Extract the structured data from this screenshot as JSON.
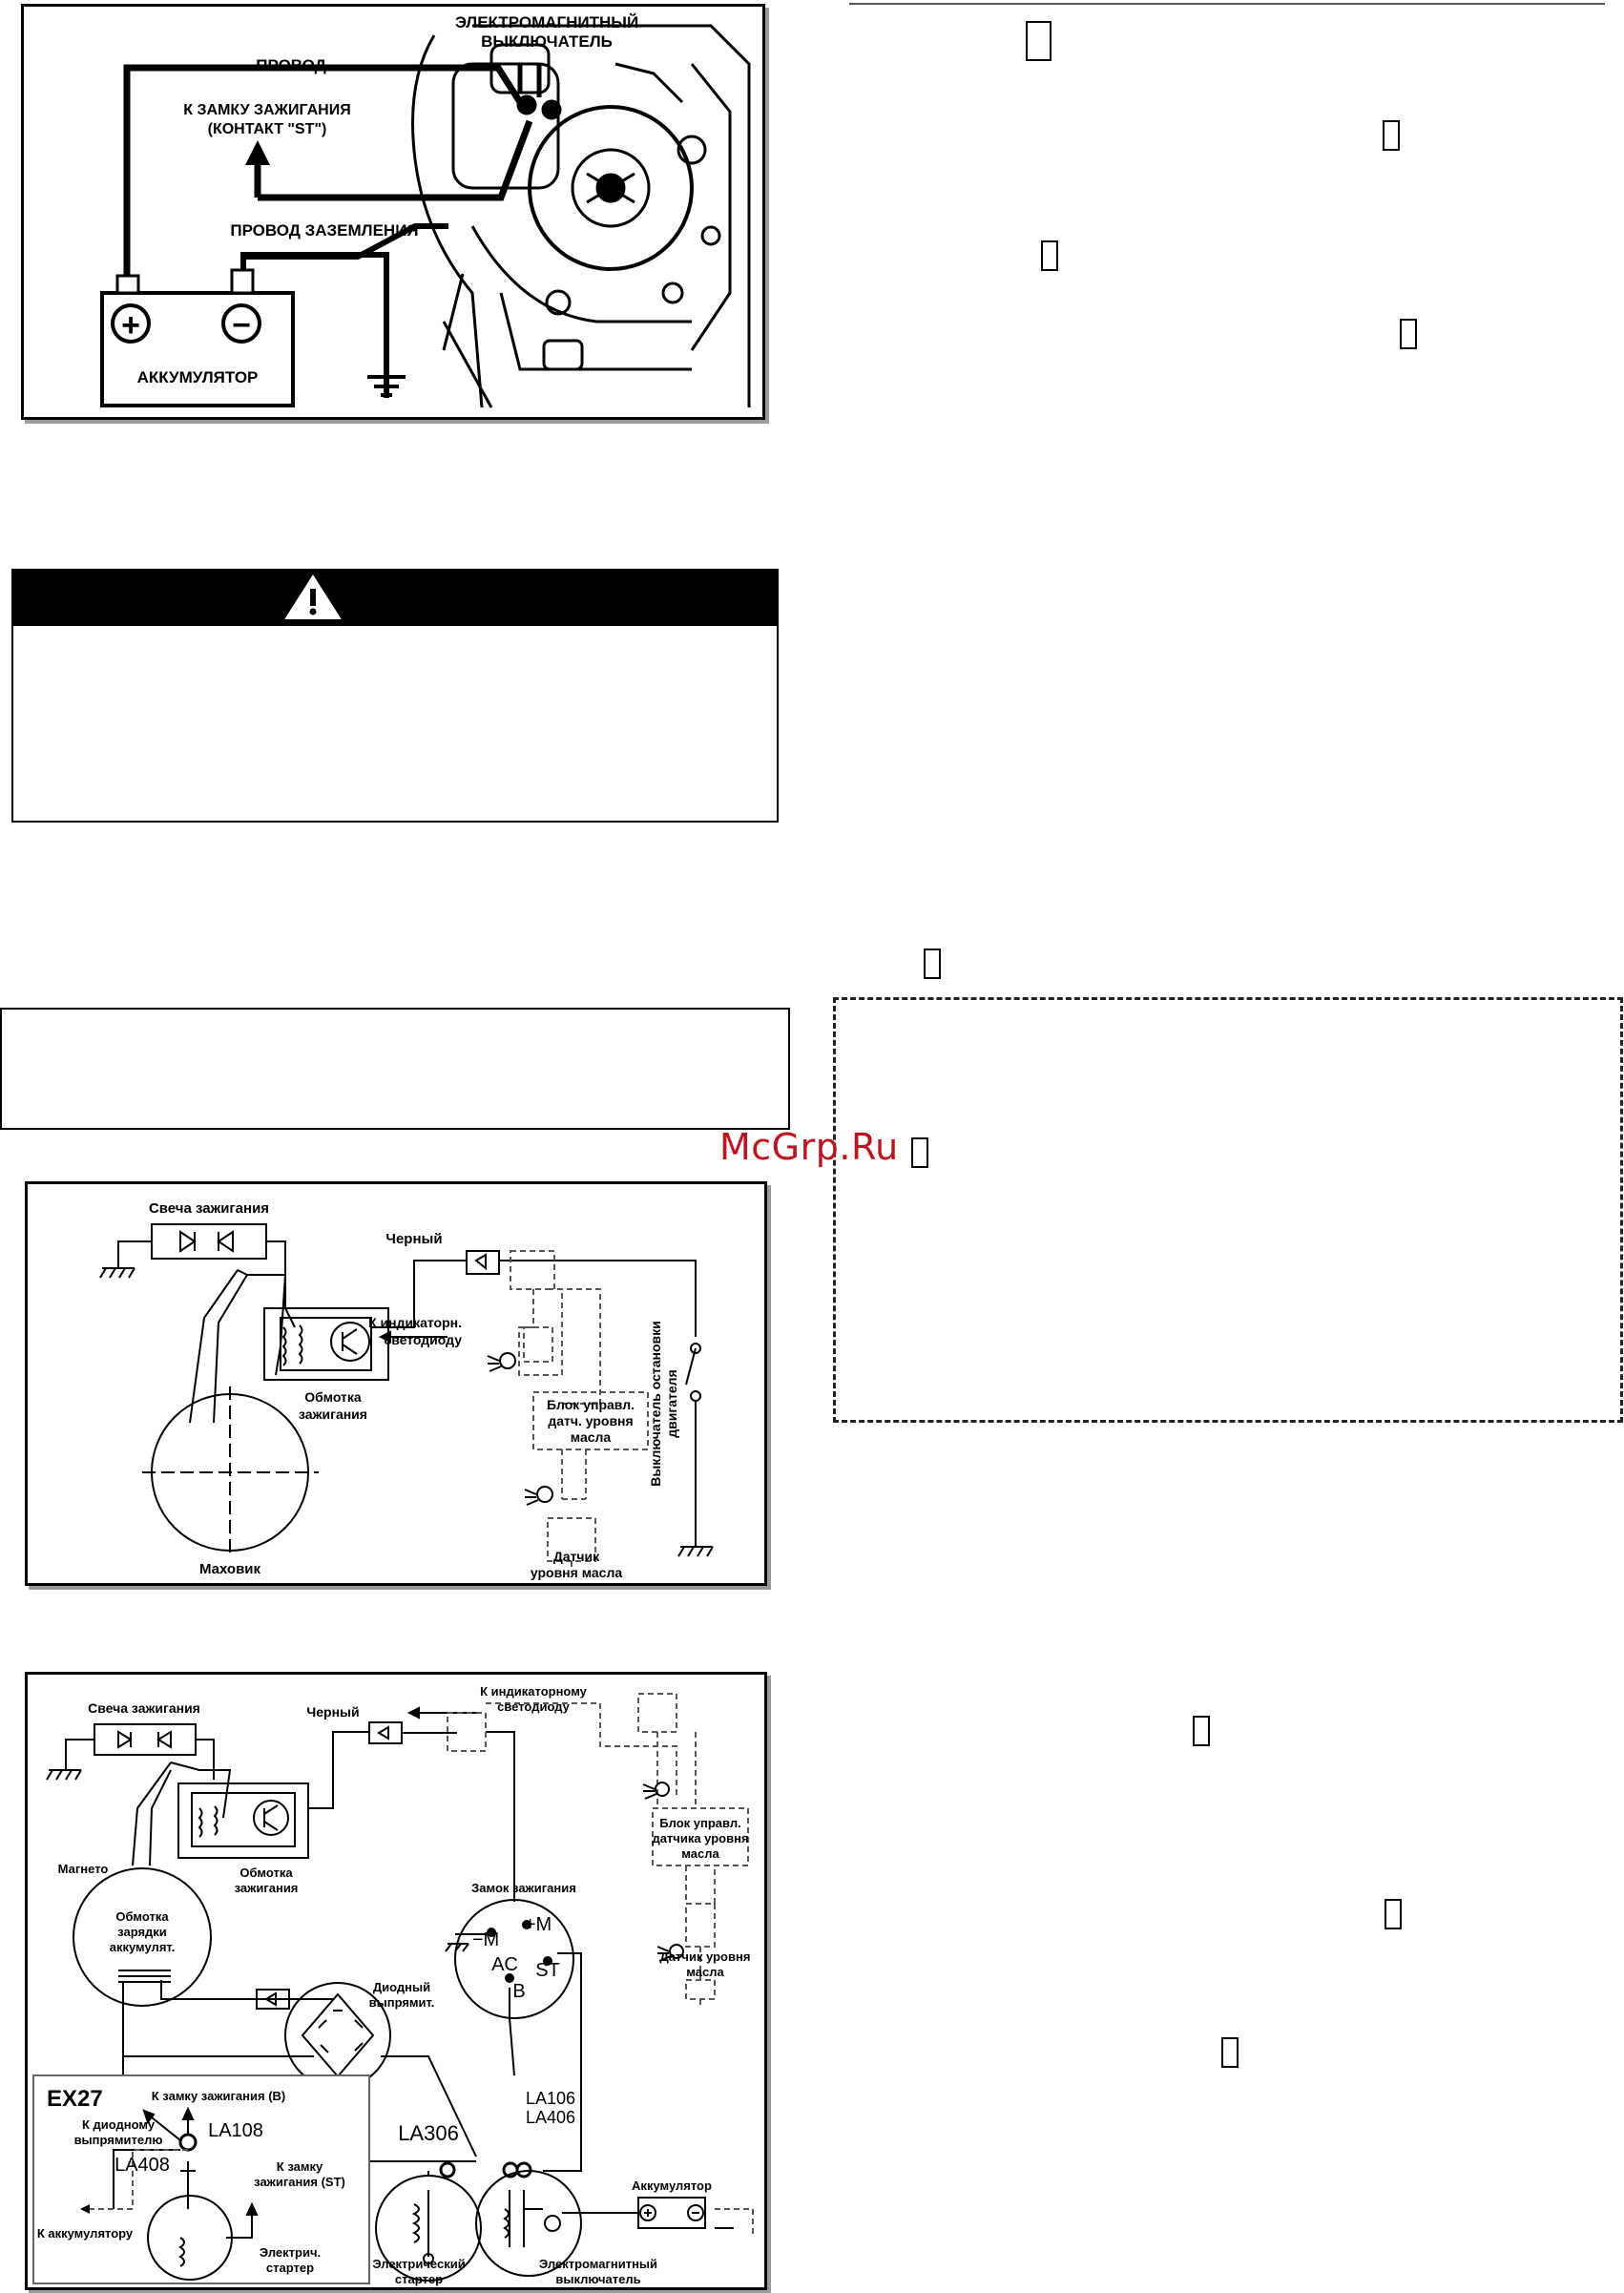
{
  "figure1": {
    "solenoid_label_line1": "ЭЛЕКТРОМАГНИТНЫЙ",
    "solenoid_label_line2": "ВЫКЛЮЧАТЕЛЬ",
    "wire_label": "ПРОВОД",
    "ignition_label_line1": "К ЗАМКУ ЗАЖИГАНИЯ",
    "ignition_label_line2": "(КОНТАКТ \"ST\")",
    "ground_wire_label": "ПРОВОД ЗАЗЕМЛЕНИЯ",
    "battery_label": "АККУМУЛЯТОР",
    "plus_symbol": "+",
    "minus_symbol": "−"
  },
  "figure2": {
    "spark_plug": "Свеча зажигания",
    "black_wire": "Черный",
    "indicator_line1": "К индикаторн.",
    "indicator_line2": "светодиоду",
    "coil_line1": "Обмотка",
    "coil_line2": "зажигания",
    "oil_unit_line1": "Блок управл.",
    "oil_unit_line2": "датч. уровня",
    "oil_unit_line3": "масла",
    "stop_switch_line1": "Выключатель остановки",
    "stop_switch_line2": "двигателя",
    "flywheel": "Маховик",
    "oil_sensor_line1": "Датчик",
    "oil_sensor_line2": "уровня масла"
  },
  "figure3": {
    "spark_plug": "Свеча зажигания",
    "black_wire": "Черный",
    "indicator_line1": "К индикаторному",
    "indicator_line2": "светодиоду",
    "oil_unit_line1": "Блок управл.",
    "oil_unit_line2": "датчика уровня",
    "oil_unit_line3": "масла",
    "coil_line1": "Обмотка",
    "coil_line2": "зажигания",
    "ignition_switch": "Замок зажигания",
    "magneto": "Магнето",
    "charge_coil_line1": "Обмотка",
    "charge_coil_line2": "зарядки",
    "charge_coil_line3": "аккумулят.",
    "term_minus_m": "−M",
    "term_plus_m": "+M",
    "term_ac": "AC",
    "term_st": "ST",
    "term_b": "B",
    "oil_sensor_line1": "Датчик уровня",
    "oil_sensor_line2": "масла",
    "rectifier_line1": "Диодный",
    "rectifier_line2": "выпрямит.",
    "la106": "LA106",
    "la406": "LA406",
    "la306": "LA306",
    "battery": "Аккумулятор",
    "ex27": "EX27",
    "to_ignition_b": "К замку зажигания (B)",
    "to_rectifier_line1": "К диодному",
    "to_rectifier_line2": "выпрямителю",
    "la108": "LA108",
    "la408": "LA408",
    "to_ignition_st_line1": "К замку",
    "to_ignition_st_line2": "зажигания (ST)",
    "to_battery": "К аккумулятору",
    "electric_starter_small_line1": "Электрич.",
    "electric_starter_small_line2": "стартер",
    "electric_starter_line1": "Электрический",
    "electric_starter_line2": "стартер",
    "solenoid_line1": "Электромагнитный",
    "solenoid_line2": "выключатель"
  },
  "watermark": "McGrp.Ru"
}
